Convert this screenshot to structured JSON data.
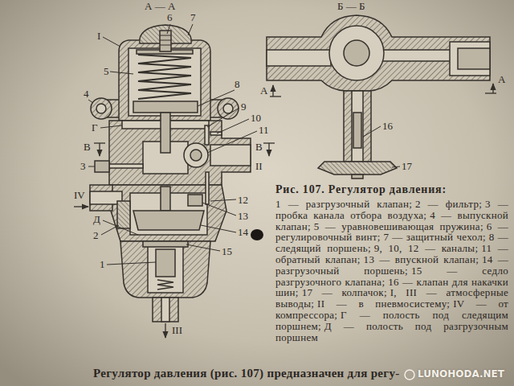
{
  "diagram": {
    "caption": "Рис. 107. Регулятор давления:",
    "labels": [
      "А — А",
      "Б — Б",
      "6",
      "7",
      "I",
      "5",
      "4",
      "8",
      "Г",
      "9",
      "10",
      "11",
      "В",
      "3",
      "В",
      "II",
      "IV",
      "Д",
      "12",
      "2",
      "13",
      "14",
      "15",
      "1",
      "III",
      "А",
      "А",
      "16",
      "17",
      "1 — разгрузочный клапан;",
      "2 — фильтр;",
      "3 — пробка канала отбора воздуха;",
      "4 — выпускной клапан;",
      "5 — уравновешивающая пружина;",
      "6 — регулировочный винт;",
      "7 — защитный чехол;",
      "8 — следящий поршень;",
      "9, 10, 12 — каналы;",
      "11 — обратный клапан;",
      "13 — впускной клапан;",
      "14 — разгрузочный поршень;",
      "15 — седло разгрузочного клапана;",
      "16 — клапан для накачки шин;",
      "17 — колпачок;",
      "I, III — атмосферные выводы;",
      "II — в пневмосистему;",
      "IV — от компрессора;",
      "Г — полость под следящим поршнем;",
      "Д — полость под разгрузочным поршнем",
      "Регулятор давления (рис. 107) предназначен для регу-",
      "LUNOHODA.NET"
    ]
  }
}
